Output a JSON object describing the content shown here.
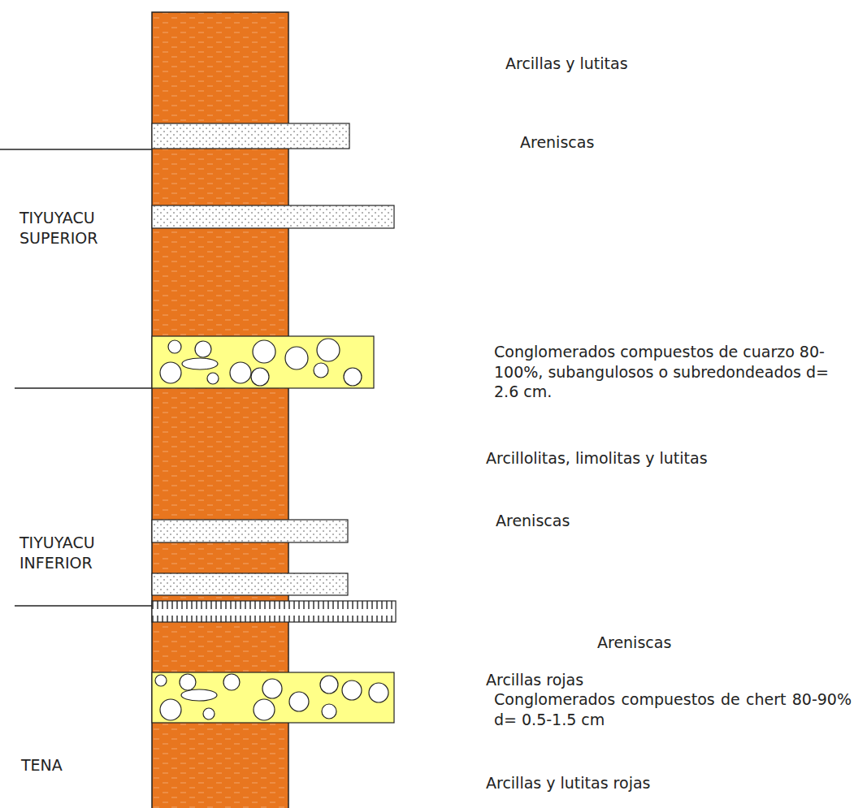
{
  "diagram": {
    "labels": [
      "Arcillas y lutitas",
      "Areniscas",
      "TIYUYACU SUPERIOR",
      "Conglomerados compuestos de cuarzo 80-100%, subangulosos o subredondeados d= 2.6 cm.",
      "Arcillolitas, limolitas y lutitas",
      "Areniscas",
      "TIYUYACU INFERIOR",
      "Areniscas",
      "Arcillas rojas",
      "Conglomerados compuestos de chert 80-90% d= 0.5-1.5 cm",
      "TENA",
      "Arcillas y lutitas rojas"
    ]
  }
}
